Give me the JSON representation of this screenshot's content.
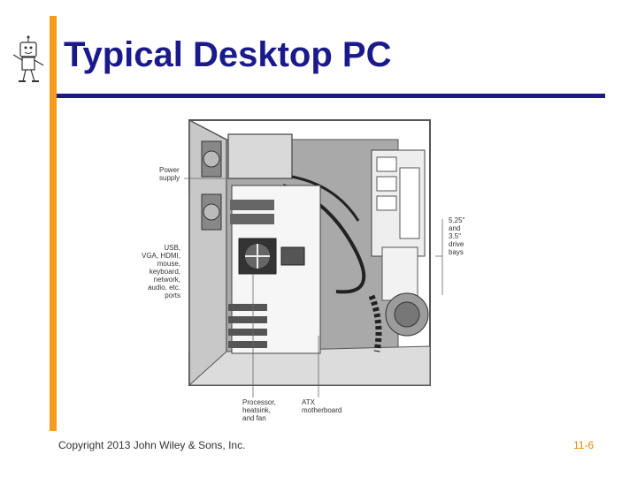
{
  "slide": {
    "title": "Typical Desktop PC",
    "footer": "Copyright 2013 John Wiley & Sons, Inc.",
    "page_number": "11-6"
  },
  "figure": {
    "labels": {
      "power_supply": "Power\nsupply",
      "ports": "USB,\nVGA, HDMI,\nmouse,\nkeyboard,\nnetwork,\naudio, etc.\nports",
      "drive_bays": "5.25\"\nand\n3.5\"\ndrive\nbays",
      "processor": "Processor,\nheatsink,\nand fan",
      "motherboard": "ATX\nmotherboard"
    }
  },
  "colors": {
    "accent_bar": "#f29b1d",
    "title": "#1a1a8c",
    "page_number": "#e08a00"
  },
  "icons": {
    "mascot": "cartoon-computer-mascot-icon"
  }
}
